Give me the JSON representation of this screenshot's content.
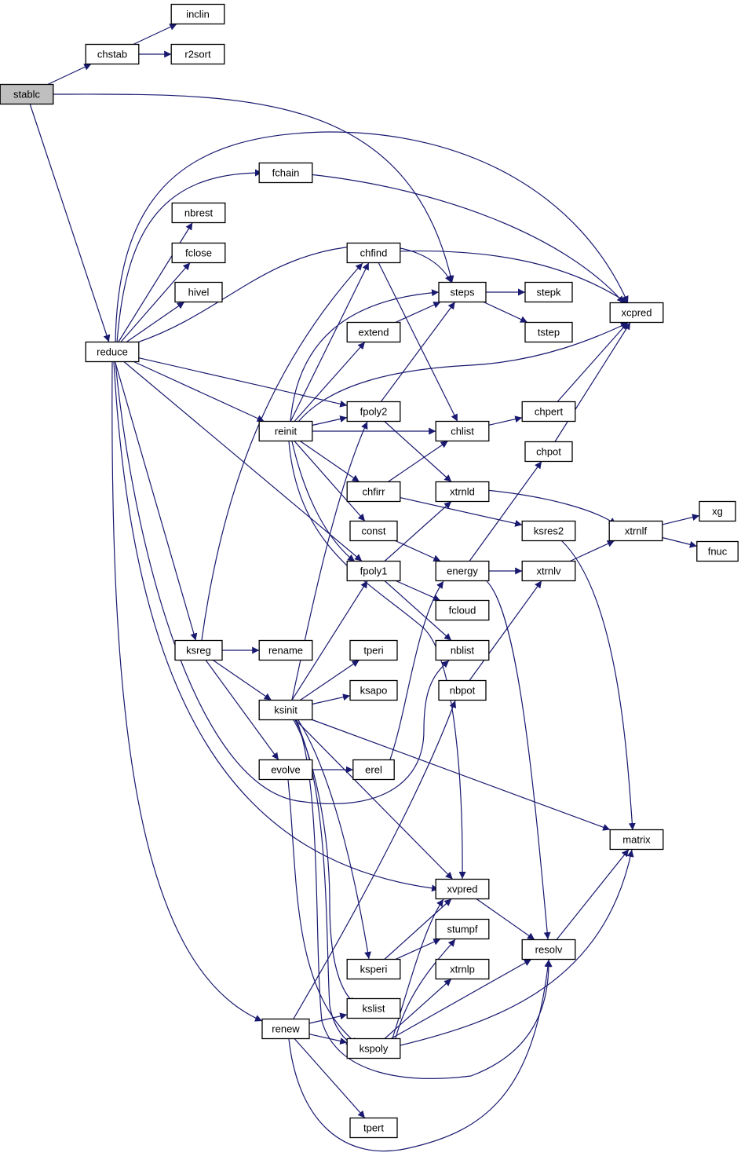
{
  "title": "stablc call graph",
  "colors": {
    "edge": "#191970",
    "node_border": "#000000",
    "root_fill": "#bfbfbf",
    "node_fill": "#ffffff",
    "truncated_border": "#ff0000"
  },
  "nodes": [
    {
      "id": "stablc",
      "label": "stablc",
      "root": true
    },
    {
      "id": "chstab",
      "label": "chstab"
    },
    {
      "id": "inclin",
      "label": "inclin"
    },
    {
      "id": "r2sort",
      "label": "r2sort"
    },
    {
      "id": "fchain",
      "label": "fchain"
    },
    {
      "id": "nbrest",
      "label": "nbrest"
    },
    {
      "id": "fclose",
      "label": "fclose"
    },
    {
      "id": "hivel",
      "label": "hivel"
    },
    {
      "id": "reduce",
      "label": "reduce"
    },
    {
      "id": "chfind",
      "label": "chfind"
    },
    {
      "id": "steps",
      "label": "steps"
    },
    {
      "id": "stepk",
      "label": "stepk"
    },
    {
      "id": "tstep",
      "label": "tstep"
    },
    {
      "id": "xcpred",
      "label": "xcpred"
    },
    {
      "id": "extend",
      "label": "extend"
    },
    {
      "id": "fpoly2",
      "label": "fpoly2"
    },
    {
      "id": "reinit",
      "label": "reinit"
    },
    {
      "id": "chlist",
      "label": "chlist"
    },
    {
      "id": "chpert",
      "label": "chpert"
    },
    {
      "id": "chpot",
      "label": "chpot"
    },
    {
      "id": "chfirr",
      "label": "chfirr"
    },
    {
      "id": "xtrnld",
      "label": "xtrnld"
    },
    {
      "id": "xtrnlf",
      "label": "xtrnlf",
      "truncated": true
    },
    {
      "id": "xg",
      "label": "xg"
    },
    {
      "id": "fnuc",
      "label": "fnuc"
    },
    {
      "id": "ksres2",
      "label": "ksres2"
    },
    {
      "id": "const",
      "label": "const"
    },
    {
      "id": "fpoly1",
      "label": "fpoly1"
    },
    {
      "id": "energy",
      "label": "energy"
    },
    {
      "id": "xtrnlv",
      "label": "xtrnlv"
    },
    {
      "id": "fcloud",
      "label": "fcloud"
    },
    {
      "id": "ksreg",
      "label": "ksreg"
    },
    {
      "id": "rename",
      "label": "rename"
    },
    {
      "id": "tperi",
      "label": "tperi"
    },
    {
      "id": "nblist",
      "label": "nblist"
    },
    {
      "id": "ksapo",
      "label": "ksapo",
      "truncated": true
    },
    {
      "id": "ksinit",
      "label": "ksinit"
    },
    {
      "id": "nbpot",
      "label": "nbpot"
    },
    {
      "id": "evolve",
      "label": "evolve"
    },
    {
      "id": "erel",
      "label": "erel",
      "truncated": true
    },
    {
      "id": "matrix",
      "label": "matrix"
    },
    {
      "id": "xvpred",
      "label": "xvpred"
    },
    {
      "id": "stumpf",
      "label": "stumpf"
    },
    {
      "id": "resolv",
      "label": "resolv"
    },
    {
      "id": "ksperi",
      "label": "ksperi",
      "truncated": true
    },
    {
      "id": "xtrnlp",
      "label": "xtrnlp"
    },
    {
      "id": "kslist",
      "label": "kslist"
    },
    {
      "id": "renew",
      "label": "renew"
    },
    {
      "id": "kspoly",
      "label": "kspoly"
    },
    {
      "id": "tpert",
      "label": "tpert"
    }
  ],
  "edges": [
    [
      "stablc",
      "chstab"
    ],
    [
      "stablc",
      "steps"
    ],
    [
      "stablc",
      "reduce"
    ],
    [
      "chstab",
      "inclin"
    ],
    [
      "chstab",
      "r2sort"
    ],
    [
      "reduce",
      "fchain"
    ],
    [
      "reduce",
      "xcpred"
    ],
    [
      "reduce",
      "nbrest"
    ],
    [
      "reduce",
      "fclose"
    ],
    [
      "reduce",
      "hivel"
    ],
    [
      "reduce",
      "steps"
    ],
    [
      "reduce",
      "fpoly2"
    ],
    [
      "reduce",
      "reinit"
    ],
    [
      "reduce",
      "fpoly1"
    ],
    [
      "reduce",
      "ksreg"
    ],
    [
      "reduce",
      "nblist"
    ],
    [
      "reduce",
      "xvpred"
    ],
    [
      "reduce",
      "renew"
    ],
    [
      "fchain",
      "xcpred"
    ],
    [
      "chfind",
      "xcpred"
    ],
    [
      "chfind",
      "chlist"
    ],
    [
      "steps",
      "stepk"
    ],
    [
      "steps",
      "tstep"
    ],
    [
      "extend",
      "steps"
    ],
    [
      "fpoly2",
      "steps"
    ],
    [
      "fpoly2",
      "xtrnld"
    ],
    [
      "reinit",
      "chfind"
    ],
    [
      "reinit",
      "steps"
    ],
    [
      "reinit",
      "extend"
    ],
    [
      "reinit",
      "xcpred"
    ],
    [
      "reinit",
      "fpoly2"
    ],
    [
      "reinit",
      "chlist"
    ],
    [
      "reinit",
      "chfirr"
    ],
    [
      "reinit",
      "const"
    ],
    [
      "reinit",
      "fpoly1"
    ],
    [
      "reinit",
      "xvpred"
    ],
    [
      "chlist",
      "chpert"
    ],
    [
      "chpert",
      "xcpred"
    ],
    [
      "chpot",
      "xcpred"
    ],
    [
      "chfirr",
      "chlist"
    ],
    [
      "chfirr",
      "ksres2"
    ],
    [
      "xtrnld",
      "xtrnlf"
    ],
    [
      "xtrnlf",
      "xg"
    ],
    [
      "xtrnlf",
      "fnuc"
    ],
    [
      "ksres2",
      "matrix"
    ],
    [
      "const",
      "energy"
    ],
    [
      "fpoly1",
      "xtrnld"
    ],
    [
      "fpoly1",
      "fcloud"
    ],
    [
      "fpoly1",
      "nblist"
    ],
    [
      "energy",
      "chpot"
    ],
    [
      "energy",
      "xtrnlv"
    ],
    [
      "energy",
      "resolv"
    ],
    [
      "xtrnlv",
      "xtrnlf"
    ],
    [
      "ksreg",
      "chfind"
    ],
    [
      "ksreg",
      "rename"
    ],
    [
      "ksreg",
      "ksinit"
    ],
    [
      "ksreg",
      "evolve"
    ],
    [
      "ksinit",
      "fpoly2"
    ],
    [
      "ksinit",
      "fpoly1"
    ],
    [
      "ksinit",
      "tperi"
    ],
    [
      "ksinit",
      "ksapo"
    ],
    [
      "ksinit",
      "matrix"
    ],
    [
      "ksinit",
      "xvpred"
    ],
    [
      "ksinit",
      "ksperi"
    ],
    [
      "ksinit",
      "kslist"
    ],
    [
      "ksinit",
      "kspoly"
    ],
    [
      "ksinit",
      "resolv"
    ],
    [
      "nbpot",
      "xtrnlv"
    ],
    [
      "evolve",
      "erel"
    ],
    [
      "evolve",
      "kspoly"
    ],
    [
      "erel",
      "energy"
    ],
    [
      "xvpred",
      "resolv"
    ],
    [
      "resolv",
      "matrix"
    ],
    [
      "ksperi",
      "xvpred"
    ],
    [
      "ksperi",
      "stumpf"
    ],
    [
      "renew",
      "nbpot"
    ],
    [
      "renew",
      "kslist"
    ],
    [
      "renew",
      "kspoly"
    ],
    [
      "renew",
      "tpert"
    ],
    [
      "renew",
      "resolv"
    ],
    [
      "kspoly",
      "xvpred"
    ],
    [
      "kspoly",
      "stumpf"
    ],
    [
      "kspoly",
      "xtrnlp"
    ],
    [
      "kspoly",
      "resolv"
    ],
    [
      "kspoly",
      "matrix"
    ]
  ]
}
